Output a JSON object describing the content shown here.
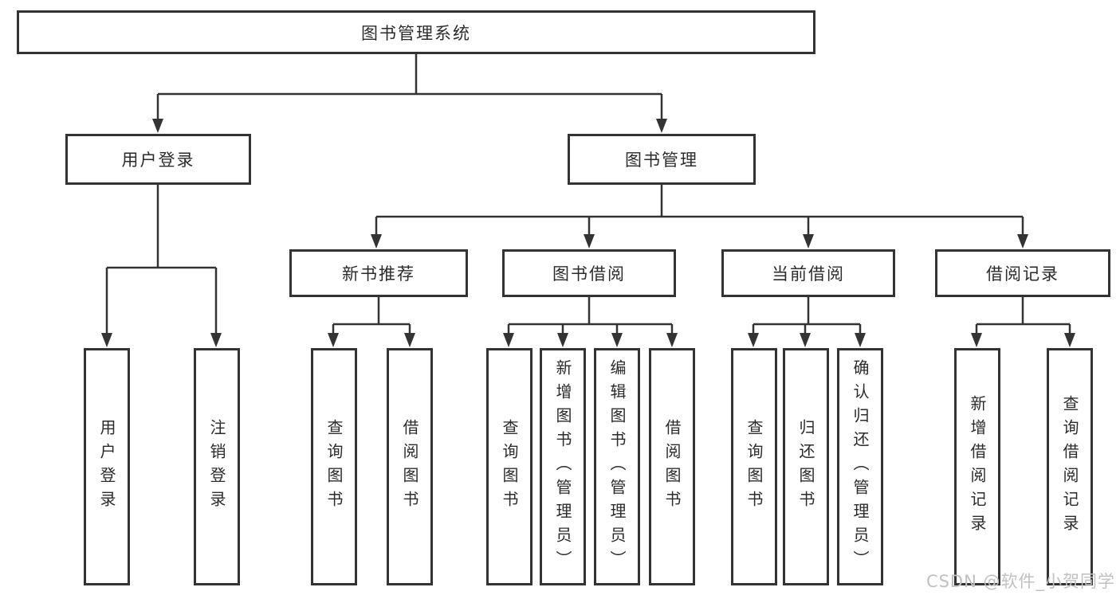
{
  "diagram": {
    "root": {
      "label": "图书管理系统"
    },
    "branches": [
      {
        "label": "用户登录",
        "children": [
          "用户登录",
          "注销登录"
        ]
      },
      {
        "label": "图书管理",
        "sections": [
          {
            "label": "新书推荐",
            "children": [
              "查询图书",
              "借阅图书"
            ]
          },
          {
            "label": "图书借阅",
            "children": [
              "查询图书",
              "新增图书（管理员）",
              "编辑图书（管理员）",
              "借阅图书"
            ]
          },
          {
            "label": "当前借阅",
            "children": [
              "查询图书",
              "归还图书",
              "确认归还（管理员）"
            ]
          },
          {
            "label": "借阅记录",
            "children": [
              "新增借阅记录",
              "查询借阅记录"
            ]
          }
        ]
      }
    ]
  },
  "watermark": {
    "text": "CSDN @软件_小贺同学"
  },
  "colors": {
    "line": "#333333",
    "text": "#2b2b2b",
    "watermark": "#c0c0c0",
    "background": "#ffffff"
  }
}
